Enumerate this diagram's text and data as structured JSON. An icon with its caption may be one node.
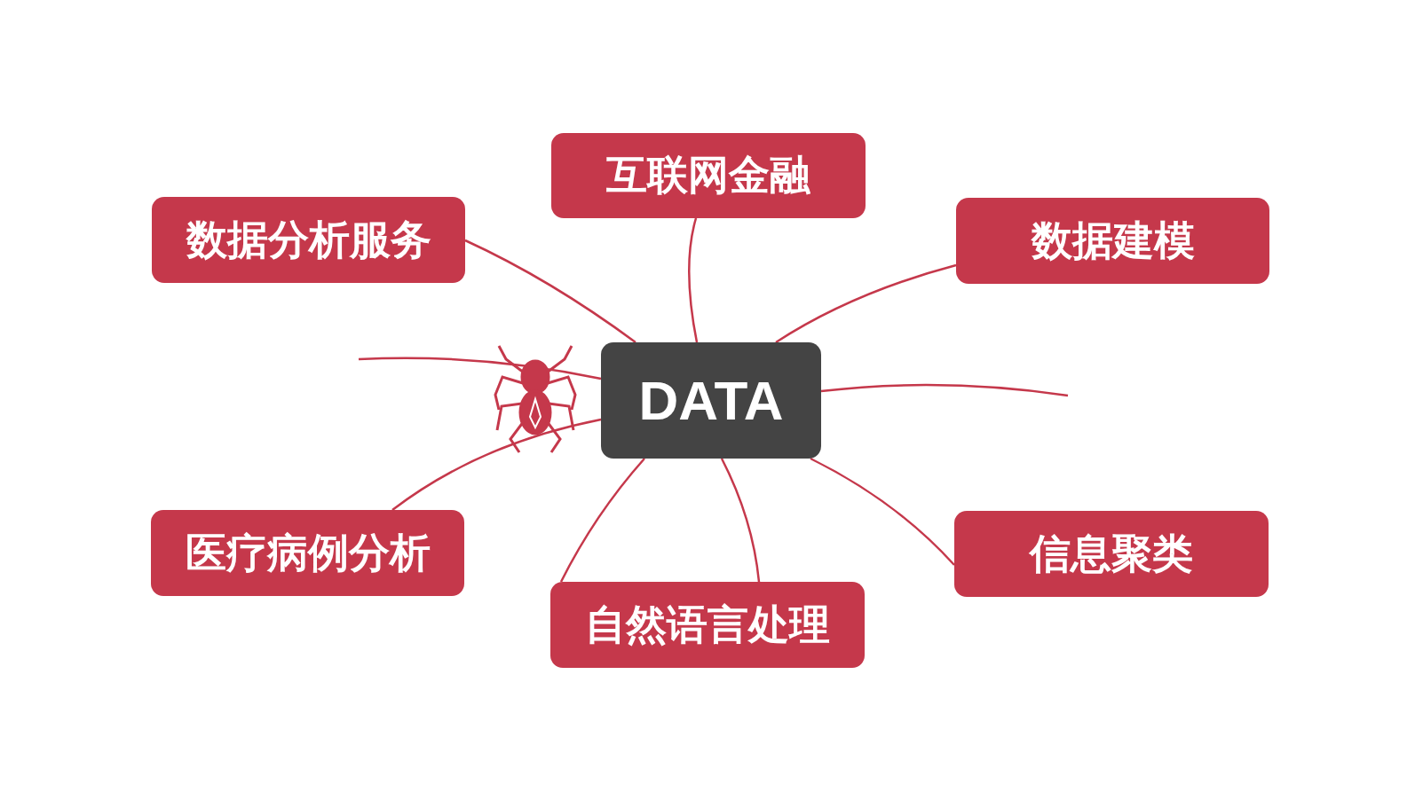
{
  "diagram": {
    "nodes": [
      {
        "text": [
          "DATA"
        ]
      },
      {
        "text": [
          "互联网金融"
        ]
      },
      {
        "text": [
          "数据分析服务"
        ]
      },
      {
        "text": [
          "数据建模"
        ]
      },
      {
        "text": [
          "医疗病例分析"
        ]
      },
      {
        "text": [
          "自然语言处理"
        ]
      },
      {
        "text": [
          "信息聚类"
        ]
      }
    ],
    "edges": [
      {
        "from": 0,
        "to": 1,
        "arrow": "none"
      },
      {
        "from": 0,
        "to": 2,
        "arrow": "none"
      },
      {
        "from": 0,
        "to": 3,
        "arrow": "none"
      },
      {
        "from": 0,
        "to": 4,
        "arrow": "none"
      },
      {
        "from": 0,
        "to": 5,
        "arrow": "none"
      },
      {
        "from": 0,
        "to": 5,
        "arrow": "none"
      },
      {
        "from": 0,
        "to": 6,
        "arrow": "none"
      },
      {
        "from": 0,
        "to": null,
        "arrow": "none"
      },
      {
        "from": 0,
        "to": null,
        "arrow": "none"
      }
    ]
  }
}
